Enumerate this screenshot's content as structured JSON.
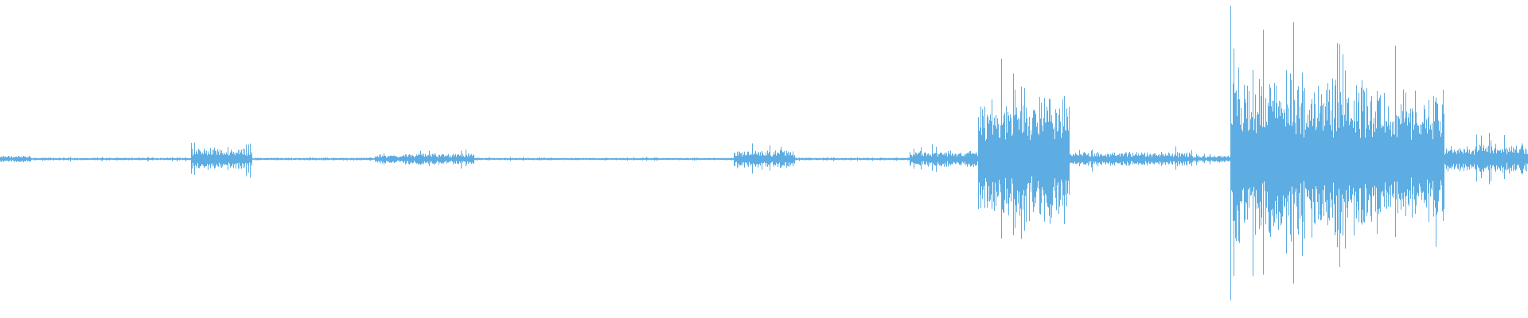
{
  "waveform": {
    "color": "#5DADE2",
    "background": "#ffffff",
    "duration_fraction_segments": [
      {
        "start": 0.0,
        "end": 0.02,
        "level": 0.03
      },
      {
        "start": 0.02,
        "end": 0.125,
        "level": 0.012
      },
      {
        "start": 0.125,
        "end": 0.165,
        "level": 0.1
      },
      {
        "start": 0.165,
        "end": 0.245,
        "level": 0.012
      },
      {
        "start": 0.245,
        "end": 0.265,
        "level": 0.04
      },
      {
        "start": 0.265,
        "end": 0.31,
        "level": 0.05
      },
      {
        "start": 0.31,
        "end": 0.48,
        "level": 0.01
      },
      {
        "start": 0.48,
        "end": 0.52,
        "level": 0.08
      },
      {
        "start": 0.52,
        "end": 0.595,
        "level": 0.012
      },
      {
        "start": 0.595,
        "end": 0.64,
        "level": 0.07
      },
      {
        "start": 0.64,
        "end": 0.7,
        "level": 0.55
      },
      {
        "start": 0.7,
        "end": 0.78,
        "level": 0.06
      },
      {
        "start": 0.78,
        "end": 0.805,
        "level": 0.03
      },
      {
        "start": 0.805,
        "end": 0.905,
        "level": 0.7
      },
      {
        "start": 0.905,
        "end": 0.945,
        "level": 0.58
      },
      {
        "start": 0.945,
        "end": 1.0,
        "level": 0.12
      }
    ]
  }
}
